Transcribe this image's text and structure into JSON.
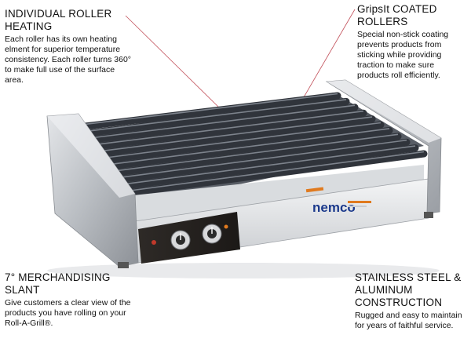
{
  "callouts": {
    "roller_heating": {
      "heading": "INDIVIDUAL ROLLER HEATING",
      "body": "Each roller has its own heating elment for superior temperature consistency. Each roller turns 360° to make full use of the surface area."
    },
    "coated_rollers": {
      "heading": "GripsIt COATED ROLLERS",
      "body": "Special non-stick coating prevents products from sticking while providing traction to make sure products roll efficiently."
    },
    "merchandising_slant": {
      "heading": "7° MERCHANDISING SLANT",
      "body": "Give customers a clear view of the products you have rolling on your Roll-A-Grill®."
    },
    "stainless_steel": {
      "heading": "STAINLESS STEEL & ALUMINUM CONSTRUCTION",
      "body": "Rugged and easy to maintain for years of faithful service."
    }
  },
  "product": {
    "brand_logo": "nemco",
    "roller_count": 11,
    "knob_count": 2,
    "colors": {
      "steel": "#c9ccd0",
      "roller": "#3c414a",
      "panel": "#2a2624",
      "brand_orange": "#e07a1f",
      "brand_blue": "#1c3a8c"
    }
  }
}
